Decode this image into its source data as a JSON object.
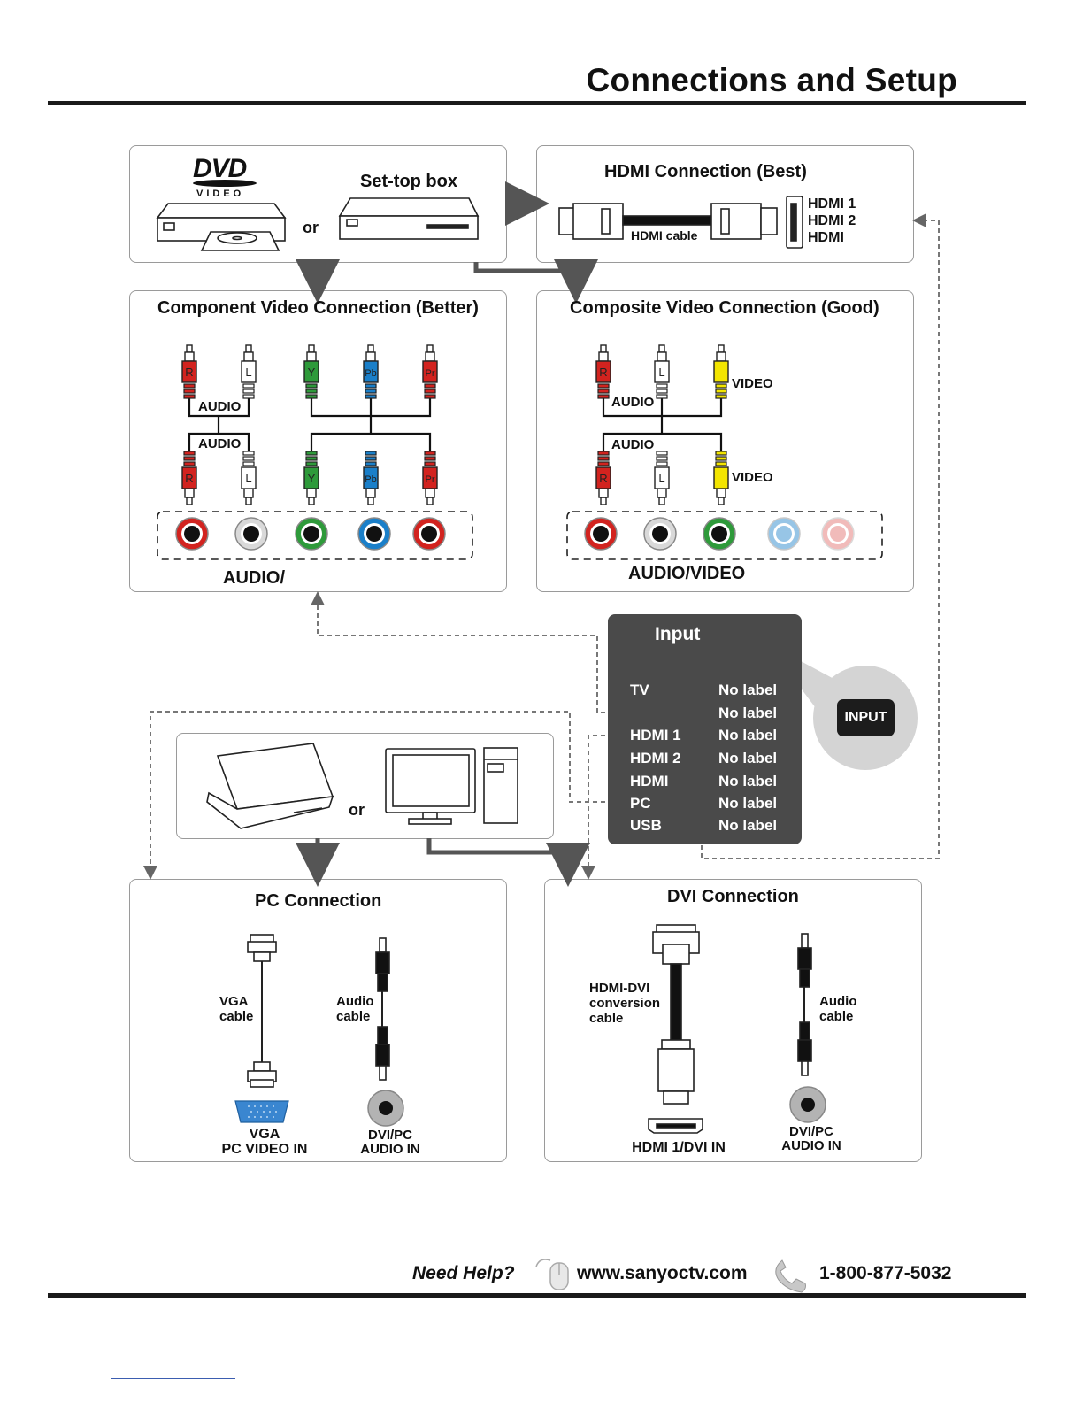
{
  "page_title": "Connections and Setup",
  "sources_top": {
    "dvd_logo": "DVD",
    "dvd_sub": "VIDEO",
    "or": "or",
    "settop": "Set-top box"
  },
  "hdmi_box": {
    "title": "HDMI Connection (Best)",
    "cable": "HDMI cable",
    "ports": [
      "HDMI 1",
      "HDMI 2",
      "HDMI"
    ]
  },
  "component_box": {
    "title": "Component Video Connection (Better)",
    "audio_top": "AUDIO",
    "audio_bottom": "AUDIO",
    "plugs": [
      "R",
      "L",
      "Y",
      "Pb",
      "Pr"
    ],
    "caption": "AUDIO/"
  },
  "composite_box": {
    "title": "Composite Video Connection (Good)",
    "audio_top": "AUDIO",
    "audio_bottom": "AUDIO",
    "video_top": "VIDEO",
    "video_bottom": "VIDEO",
    "plugs": [
      "R",
      "L"
    ],
    "caption": "AUDIO/VIDEO"
  },
  "input_menu": {
    "title": "Input",
    "items": [
      {
        "name": "TV",
        "label": "No label"
      },
      {
        "name": "",
        "label": "No label"
      },
      {
        "name": "HDMI 1",
        "label": "No label"
      },
      {
        "name": "HDMI 2",
        "label": "No label"
      },
      {
        "name": "HDMI",
        "label": "No label"
      },
      {
        "name": "PC",
        "label": "No label"
      },
      {
        "name": "USB",
        "label": "No label"
      }
    ],
    "button": "INPUT"
  },
  "pc_sources": {
    "or": "or"
  },
  "pc_box": {
    "title": "PC Connection",
    "vga_cable": "VGA\ncable",
    "audio_cable": "Audio\ncable",
    "vga_port": "VGA\nPC VIDEO  IN",
    "audio_port": "DVI/PC\nAUDIO IN"
  },
  "dvi_box": {
    "title": "DVI Connection",
    "conv_cable": "HDMI-DVI\nconversion\ncable",
    "audio_cable": "Audio\ncable",
    "hdmi_port": "HDMI 1/DVI IN",
    "audio_port": "DVI/PC\nAUDIO IN"
  },
  "footer": {
    "help": "Need Help?",
    "url": "www.sanyoctv.com",
    "phone": "1-800-877-5032"
  },
  "colors": {
    "red": "#d2231f",
    "white": "#ffffff",
    "green": "#2e9a3a",
    "blue": "#1a7fc9",
    "yellow": "#f3e500",
    "panel": "#4a4a4a"
  }
}
